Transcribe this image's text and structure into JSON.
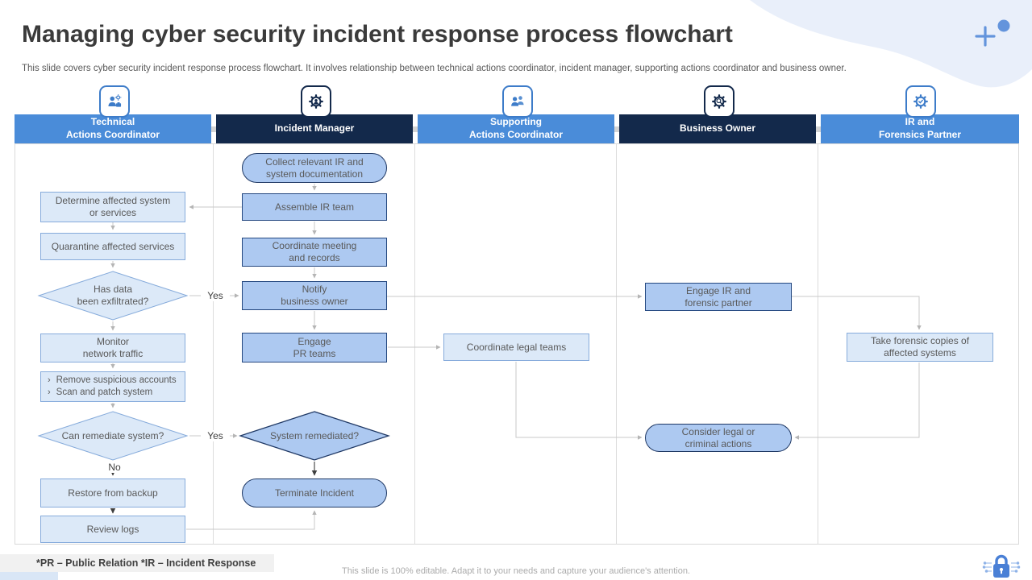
{
  "slide": {
    "title": "Managing cyber security incident response process flowchart",
    "subtitle": "This slide covers cyber security incident response process flowchart. It involves relationship between technical actions coordinator, incident manager, supporting actions coordinator and business owner."
  },
  "lanes": [
    {
      "label": "Technical\nActions Coordinator",
      "theme": "light",
      "icon": "engineer-icon"
    },
    {
      "label": "Incident Manager",
      "theme": "dark",
      "icon": "gear-person-icon"
    },
    {
      "label": "Supporting\nActions Coordinator",
      "theme": "light",
      "icon": "team-icon"
    },
    {
      "label": "Business Owner",
      "theme": "dark",
      "icon": "gear-search-icon"
    },
    {
      "label": "IR and\nForensics Partner",
      "theme": "light",
      "icon": "gear-check-icon"
    }
  ],
  "nodes": {
    "collect": "Collect relevant IR and\nsystem documentation",
    "determine": "Determine affected system\nor services",
    "assemble": "Assemble IR team",
    "quarantine": "Quarantine affected services",
    "coordinate_meeting": "Coordinate meeting\nand records",
    "has_data": "Has data\nbeen exfiltrated?",
    "notify": "Notify\nbusiness owner",
    "engage_ir": "Engage IR and\nforensic partner",
    "monitor": "Monitor\nnetwork traffic",
    "engage_pr": "Engage\nPR teams",
    "coordinate_legal": "Coordinate legal teams",
    "take_forensic": "Take forensic copies of\naffected systems",
    "remove_item1": "Remove suspicious accounts",
    "remove_item2": "Scan and patch system",
    "can_remediate": "Can remediate system?",
    "system_remediated": "System remediated?",
    "consider_legal": "Consider legal or\ncriminal actions",
    "restore": "Restore from backup",
    "terminate": "Terminate Incident",
    "review": "Review logs"
  },
  "labels": {
    "yes_exfiltrated": "Yes",
    "yes_remediate": "Yes",
    "no_remediate": "No",
    "bullet": "›"
  },
  "footer": {
    "abbreviation_note": "*PR – Public Relation *IR – Incident Response",
    "editable_note": "This slide is 100% editable. Adapt it to your needs and capture your audience's attention."
  },
  "colors": {
    "header_light": "#4a8cd9",
    "header_dark": "#13294b",
    "node_light_fill": "#dce9f8",
    "node_light_border": "#86abdb",
    "node_medium_fill": "#adc9f1",
    "node_medium_border": "#1f3864",
    "connector_gray": "#c8c8c8",
    "connector_dark": "#4d4d4d",
    "accent_blue": "#3d7cc9"
  }
}
